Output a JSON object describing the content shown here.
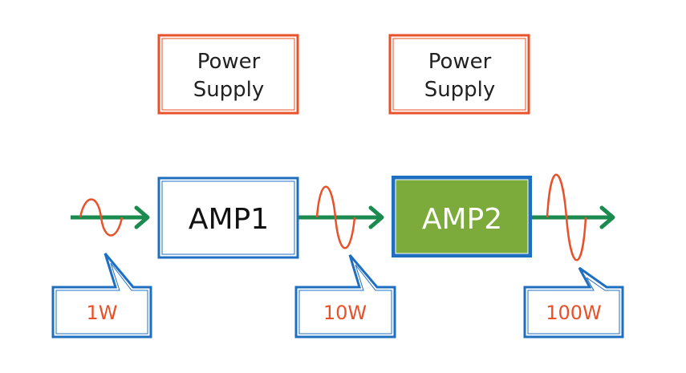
{
  "power_supplies": [
    {
      "line1": "Power",
      "line2": "Supply"
    },
    {
      "line1": "Power",
      "line2": "Supply"
    }
  ],
  "amplifiers": [
    {
      "label": "AMP1",
      "fill": "#ffffff",
      "text_color": "#111111"
    },
    {
      "label": "AMP2",
      "fill": "#7cab3c",
      "text_color": "#ffffff"
    }
  ],
  "callouts": [
    {
      "label": "1W"
    },
    {
      "label": "10W"
    },
    {
      "label": "100W"
    }
  ],
  "colors": {
    "power_border": "#e8512a",
    "amp_border": "#1f6fc0",
    "callout_border": "#1f6fc0",
    "callout_text": "#e8512a",
    "signal_arrow": "#1a8a4e",
    "wave": "#e8512a"
  }
}
